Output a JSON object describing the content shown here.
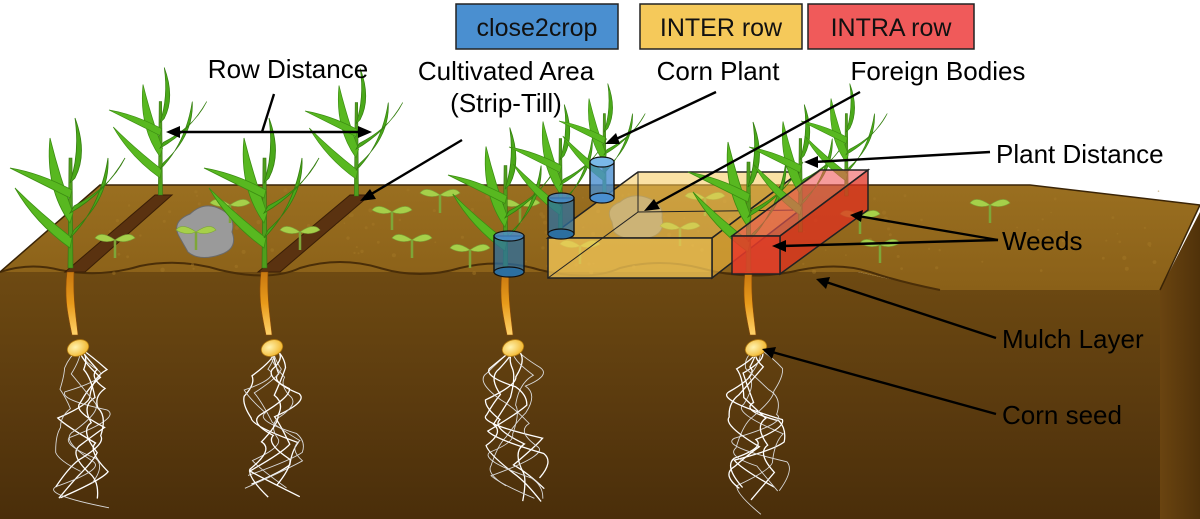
{
  "legend": {
    "close2crop": {
      "label": "close2crop",
      "color": "#4a8fd0"
    },
    "inter_row": {
      "label": "INTER row",
      "color": "#f5c95a"
    },
    "intra_row": {
      "label": "INTRA row",
      "color": "#f05a5a"
    }
  },
  "labels": {
    "row_distance": "Row Distance",
    "cultivated_area_line1": "Cultivated Area",
    "cultivated_area_line2": "(Strip-Till)",
    "corn_plant": "Corn Plant",
    "foreign_bodies": "Foreign Bodies",
    "plant_distance": "Plant Distance",
    "weeds": "Weeds",
    "mulch_layer": "Mulch Layer",
    "corn_seed": "Corn seed"
  },
  "colors": {
    "soil_top": "#8d6418",
    "soil_front": "#6b4412",
    "strip": "#5e3410",
    "stone": "#9a9a9a"
  },
  "icons": {
    "plant": "corn-plant-icon",
    "seed": "corn-seed-icon",
    "stone": "stone-icon",
    "weed": "weed-icon"
  }
}
